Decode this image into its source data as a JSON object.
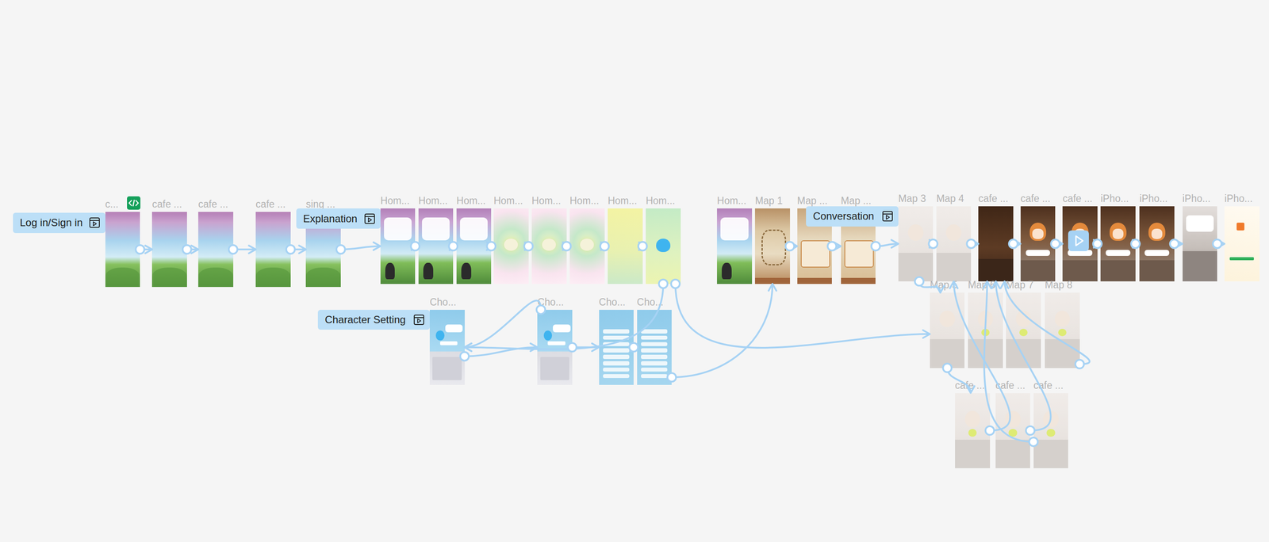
{
  "diagram": {
    "nodes": [
      {
        "text": [
          "Log in/Sign in"
        ]
      },
      {
        "text": [
          "c..."
        ]
      },
      {
        "text": [
          "cafe ..."
        ]
      },
      {
        "text": [
          "cafe ..."
        ]
      },
      {
        "text": [
          "cafe ..."
        ]
      },
      {
        "text": [
          "Explanation"
        ]
      },
      {
        "text": [
          "sing ..."
        ]
      },
      {
        "text": [
          "Hom..."
        ]
      },
      {
        "text": [
          "Hom..."
        ]
      },
      {
        "text": [
          "Hom..."
        ]
      },
      {
        "text": [
          "Hom..."
        ]
      },
      {
        "text": [
          "Hom..."
        ]
      },
      {
        "text": [
          "Hom..."
        ]
      },
      {
        "text": [
          "Hom..."
        ]
      },
      {
        "text": [
          "Hom..."
        ]
      },
      {
        "text": [
          "Hom..."
        ]
      },
      {
        "text": [
          "Map 1"
        ]
      },
      {
        "text": [
          "Map ..."
        ]
      },
      {
        "text": [
          "Conversation"
        ]
      },
      {
        "text": [
          "Map ..."
        ]
      },
      {
        "text": [
          "Map 3"
        ]
      },
      {
        "text": [
          "Map 4"
        ]
      },
      {
        "text": [
          "cafe ..."
        ]
      },
      {
        "text": [
          "cafe ..."
        ]
      },
      {
        "text": [
          "cafe ..."
        ]
      },
      {
        "text": [
          "iPho..."
        ]
      },
      {
        "text": [
          "iPho..."
        ]
      },
      {
        "text": [
          "iPho..."
        ]
      },
      {
        "text": [
          "iPho..."
        ]
      },
      {
        "text": [
          "Character Setting"
        ]
      },
      {
        "text": [
          "Cho..."
        ]
      },
      {
        "text": [
          "Cho..."
        ]
      },
      {
        "text": [
          "Cho..."
        ]
      },
      {
        "text": [
          "Cho..."
        ]
      },
      {
        "text": [
          "Map 5"
        ]
      },
      {
        "text": [
          "Map 6"
        ]
      },
      {
        "text": [
          "Map 7"
        ]
      },
      {
        "text": [
          "Map 8"
        ]
      },
      {
        "text": [
          "cafe ..."
        ]
      },
      {
        "text": [
          "cafe ..."
        ]
      },
      {
        "text": [
          "cafe ..."
        ]
      }
    ],
    "edges": [
      {
        "from": 1,
        "to": 2,
        "arrow": "to"
      },
      {
        "from": 2,
        "to": 3,
        "arrow": "to"
      },
      {
        "from": 3,
        "to": 4,
        "arrow": "to"
      },
      {
        "from": 4,
        "to": 6,
        "arrow": "to"
      },
      {
        "from": 6,
        "to": 7,
        "arrow": "to"
      },
      {
        "from": 7,
        "to": 8,
        "arrow": "to"
      },
      {
        "from": 8,
        "to": 9,
        "arrow": "to"
      },
      {
        "from": 9,
        "to": 10,
        "arrow": "to"
      },
      {
        "from": 10,
        "to": 11,
        "arrow": "to"
      },
      {
        "from": 11,
        "to": 12,
        "arrow": "to"
      },
      {
        "from": 12,
        "to": 13,
        "arrow": "to"
      },
      {
        "from": 13,
        "to": 14,
        "arrow": "to"
      },
      {
        "from": 14,
        "to": 30,
        "arrow": "to"
      },
      {
        "from": 30,
        "to": 31,
        "arrow": "to"
      },
      {
        "from": 31,
        "to": 30,
        "arrow": "to"
      },
      {
        "from": 31,
        "to": 32,
        "arrow": "to"
      },
      {
        "from": 32,
        "to": 33,
        "arrow": "to"
      },
      {
        "from": 33,
        "to": 16,
        "arrow": "to"
      },
      {
        "from": 14,
        "to": 34,
        "arrow": "to"
      },
      {
        "from": 16,
        "to": 17,
        "arrow": "to"
      },
      {
        "from": 17,
        "to": 19,
        "arrow": "to"
      },
      {
        "from": 19,
        "to": 20,
        "arrow": "to"
      },
      {
        "from": 20,
        "to": 21,
        "arrow": "to"
      },
      {
        "from": 21,
        "to": 22,
        "arrow": "to"
      },
      {
        "from": 22,
        "to": 23,
        "arrow": "to"
      },
      {
        "from": 23,
        "to": 24,
        "arrow": "to"
      },
      {
        "from": 24,
        "to": 25,
        "arrow": "to"
      },
      {
        "from": 25,
        "to": 26,
        "arrow": "to"
      },
      {
        "from": 26,
        "to": 27,
        "arrow": "to"
      },
      {
        "from": 27,
        "to": 28,
        "arrow": "to"
      },
      {
        "from": 20,
        "to": 34,
        "arrow": "to"
      },
      {
        "from": 34,
        "to": 38,
        "arrow": "to"
      },
      {
        "from": 38,
        "to": 21,
        "arrow": "to"
      },
      {
        "from": 39,
        "to": 22,
        "arrow": "to"
      },
      {
        "from": 40,
        "to": 22,
        "arrow": "to"
      },
      {
        "from": 37,
        "to": 22,
        "arrow": "to"
      }
    ]
  }
}
